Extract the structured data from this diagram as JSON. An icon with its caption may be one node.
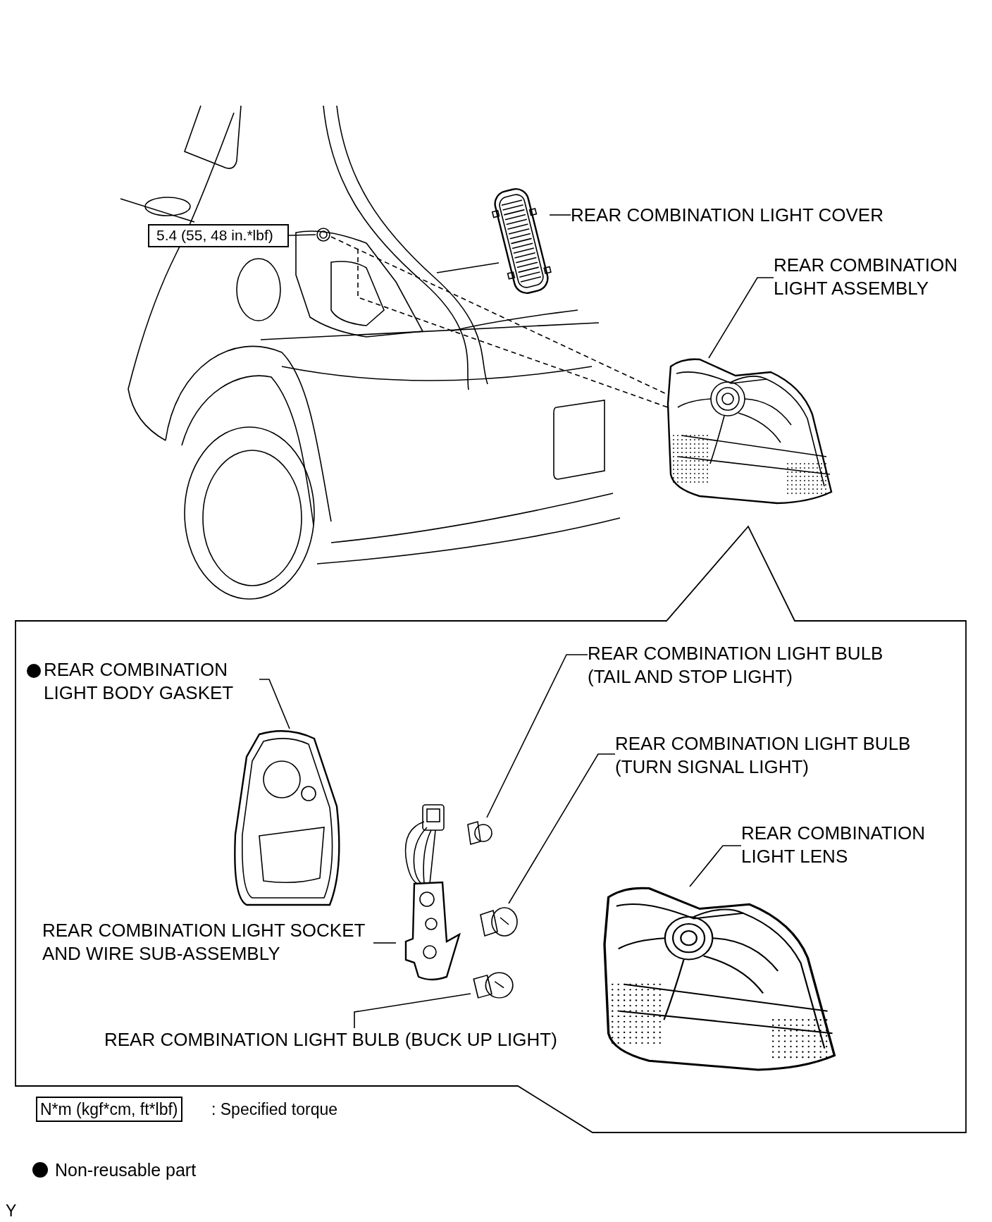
{
  "diagram": {
    "nodes": [
      {
        "text": [
          "5.4 (55, 48 in.*lbf)"
        ]
      },
      {
        "text": [],
        "shape": "picture"
      },
      {
        "text": [
          "REAR COMBINATION LIGHT COVER"
        ]
      },
      {
        "text": [],
        "shape": "picture"
      },
      {
        "text": [
          "REAR COMBINATION LIGHT ASSEMBLY"
        ]
      },
      {
        "text": [],
        "shape": "picture"
      },
      {
        "text": [],
        "shape": "box"
      },
      {
        "text": [
          "REAR COMBINATION LIGHT BODY GASKET"
        ],
        "in": 6
      },
      {
        "text": [],
        "shape": "picture",
        "in": 6
      },
      {
        "text": [
          "REAR COMBINATION LIGHT BULB (TAIL AND STOP LIGHT)"
        ],
        "in": 6
      },
      {
        "text": [],
        "shape": "picture",
        "in": 6
      },
      {
        "text": [
          "REAR COMBINATION LIGHT BULB (TURN SIGNAL LIGHT)"
        ],
        "in": 6
      },
      {
        "text": [],
        "shape": "picture",
        "in": 6
      },
      {
        "text": [
          "REAR COMBINATION LIGHT LENS"
        ],
        "in": 6
      },
      {
        "text": [],
        "shape": "picture",
        "in": 6
      },
      {
        "text": [
          "REAR COMBINATION LIGHT SOCKET AND WIRE SUB-ASSEMBLY"
        ],
        "in": 6
      },
      {
        "text": [],
        "shape": "picture",
        "in": 6
      },
      {
        "text": [
          "REAR COMBINATION LIGHT BULB (BUCK UP LIGHT)"
        ],
        "in": 6
      },
      {
        "text": [],
        "shape": "picture",
        "in": 6
      }
    ],
    "edges": [
      {
        "from": 0,
        "to": 1,
        "arrow": "none"
      },
      {
        "from": 2,
        "to": 3,
        "arrow": "none"
      },
      {
        "from": 4,
        "to": 5,
        "arrow": "none"
      },
      {
        "from": 7,
        "to": 8,
        "arrow": "none"
      },
      {
        "from": 9,
        "to": 10,
        "arrow": "none"
      },
      {
        "from": 11,
        "to": 12,
        "arrow": "none"
      },
      {
        "from": 13,
        "to": 14,
        "arrow": "none"
      },
      {
        "from": 15,
        "to": 16,
        "arrow": "none"
      },
      {
        "from": 17,
        "to": 18,
        "arrow": "none"
      },
      {
        "from": 1,
        "to": 5,
        "arrow": "none",
        "style": "dashed"
      },
      {
        "from": null,
        "to": 5,
        "arrow": "none",
        "style": "dashed"
      }
    ],
    "labels": [
      "N*m (kgf*cm, ft*lbf)",
      ": Specified torque",
      "Y"
    ],
    "legend": [
      {
        "text": "Non-reusable part"
      }
    ]
  }
}
